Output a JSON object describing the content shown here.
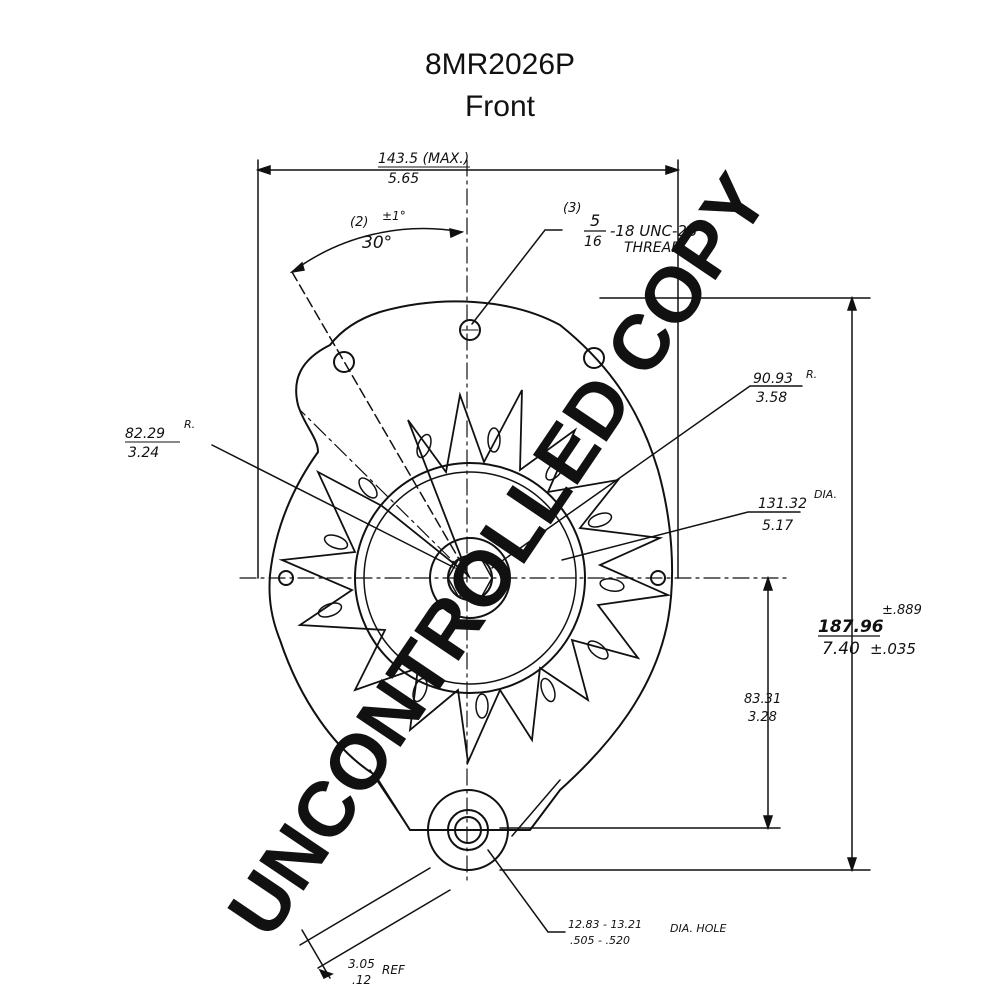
{
  "header": {
    "part_number": "8MR2026P",
    "view_name": "Front"
  },
  "watermark": {
    "text": "UNCONTROLLED COPY",
    "color": "#d6d6d6"
  },
  "dimensions": {
    "overall_width": {
      "metric": "143.5 (MAX.)",
      "imperial": "5.65"
    },
    "angle": {
      "ref": "(2)",
      "tolerance": "±1°",
      "value": "30°"
    },
    "thread": {
      "ref": "(3)",
      "numerator": "5",
      "denominator": "16",
      "spec": "-18 UNC-2B",
      "label": "THREAD"
    },
    "mount_radius_right": {
      "metric": "90.93",
      "suffix": "R.",
      "imperial": "3.58"
    },
    "mount_radius_left": {
      "metric": "82.29",
      "suffix": "R.",
      "imperial": "3.24"
    },
    "fan_diameter": {
      "metric": "131.32",
      "suffix": "DIA.",
      "imperial": "5.17"
    },
    "overall_height": {
      "metric": "187.96",
      "tol_metric": "±.889",
      "imperial": "7.40",
      "tol_imperial": "±.035"
    },
    "center_to_hole": {
      "metric": "83.31",
      "imperial": "3.28"
    },
    "hole": {
      "metric": "12.83 - 13.21",
      "label": "DIA. HOLE",
      "imperial": ".505 - .520"
    },
    "offset_ref": {
      "metric": "3.05",
      "label": "REF",
      "imperial": ".12"
    }
  },
  "colors": {
    "ink": "#111111",
    "paper": "#ffffff"
  }
}
